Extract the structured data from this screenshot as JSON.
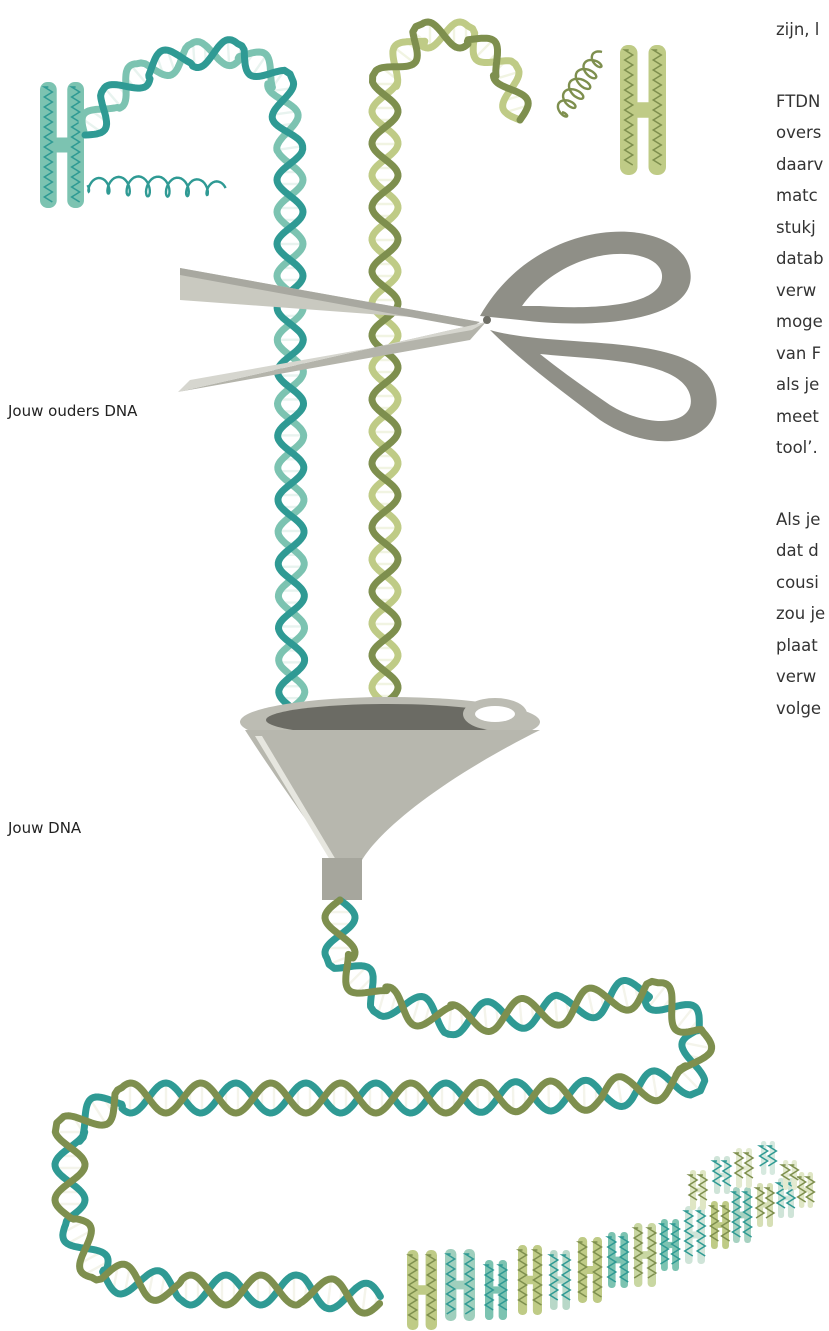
{
  "labels": {
    "parents_dna": "Jouw ouders  DNA",
    "your_dna": "Jouw  DNA"
  },
  "side_text": {
    "paragraph_1": [
      "zijn, l"
    ],
    "paragraph_2": [
      "FTDN",
      "overs",
      "daarv",
      "matc",
      "stukj",
      "datab",
      "verw",
      "moge",
      "van F",
      "als je",
      "meet",
      "tool’."
    ],
    "paragraph_3": [
      "Als je",
      "dat d",
      "cousi",
      "zou je",
      "plaat",
      "verw",
      "volge"
    ]
  },
  "colors": {
    "teal": "#2f9a94",
    "teal_light": "#7cc3b1",
    "olive": "#7e8f4e",
    "olive_light": "#bfcb86",
    "steel": "#a8a8a0",
    "steel_dark": "#7a7a72"
  }
}
